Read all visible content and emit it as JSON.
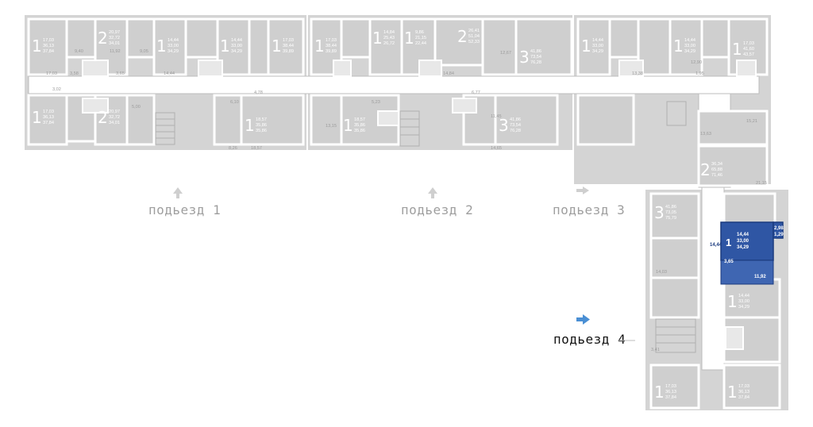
{
  "entrances": [
    {
      "label": "подьезд 1",
      "active": false
    },
    {
      "label": "подьезд 2",
      "active": false
    },
    {
      "label": "подьезд 3",
      "active": false
    },
    {
      "label": "подьезд 4",
      "active": true
    }
  ],
  "colors": {
    "wall": "#d4d4d4",
    "selected": "#2f56a4",
    "active_arrow": "#4a8fd4",
    "inactive_arrow": "#cfcfcf"
  },
  "apartments": [
    {
      "rooms": "1",
      "areas": [
        "17,03",
        "36,13",
        "37,84"
      ]
    },
    {
      "rooms": "2",
      "areas": [
        "20,97",
        "32,72",
        "34,01"
      ]
    },
    {
      "rooms": "1",
      "areas": [
        "14,44",
        "33,00",
        "34,29"
      ]
    },
    {
      "rooms": "1",
      "areas": [
        "14,44",
        "33,00",
        "34,29"
      ]
    },
    {
      "rooms": "1",
      "areas": [
        "17,03",
        "38,44",
        "39,89"
      ]
    },
    {
      "rooms": "1",
      "areas": [
        "17,03",
        "38,44",
        "39,89"
      ]
    },
    {
      "rooms": "1",
      "areas": [
        "14,84",
        "25,43",
        "26,72"
      ]
    },
    {
      "rooms": "1",
      "areas": [
        "9,86",
        "21,15",
        "22,44"
      ]
    },
    {
      "rooms": "2",
      "areas": [
        "26,41",
        "51,04",
        "52,33"
      ]
    },
    {
      "rooms": "3",
      "areas": [
        "41,86",
        "73,54",
        "76,28"
      ]
    },
    {
      "rooms": "1",
      "areas": [
        "14,44",
        "33,00",
        "34,29"
      ]
    },
    {
      "rooms": "1",
      "areas": [
        "14,44",
        "33,00",
        "34,29"
      ]
    },
    {
      "rooms": "1",
      "areas": [
        "17,03",
        "41,60",
        "43,57"
      ]
    },
    {
      "rooms": "1",
      "areas": [
        "17,03",
        "36,13",
        "37,84"
      ]
    },
    {
      "rooms": "2",
      "areas": [
        "20,97",
        "32,72",
        "34,01"
      ]
    },
    {
      "rooms": "1",
      "areas": [
        "18,57",
        "35,86",
        "35,86"
      ]
    },
    {
      "rooms": "1",
      "areas": [
        "18,57",
        "35,86",
        "35,86"
      ]
    },
    {
      "rooms": "3",
      "areas": [
        "41,86",
        "73,54",
        "76,28"
      ]
    },
    {
      "rooms": "2",
      "areas": [
        "36,34",
        "65,88",
        "71,46"
      ]
    },
    {
      "rooms": "3",
      "areas": [
        "41,86",
        "73,05",
        "75,79"
      ]
    },
    {
      "rooms": "1",
      "areas": [
        "14,44",
        "33,00",
        "34,29"
      ]
    },
    {
      "rooms": "1",
      "areas": [
        "17,03",
        "36,13",
        "37,84"
      ]
    },
    {
      "rooms": "1",
      "areas": [
        "17,03",
        "36,13",
        "37,84"
      ]
    }
  ],
  "selected_apartment": {
    "rooms": "1",
    "areas": [
      "14,44",
      "33,00",
      "34,29"
    ],
    "room_labels": [
      "14,44",
      "3,65",
      "11,92",
      "2,98",
      "1,29"
    ]
  },
  "room_areas": [
    "9,40",
    "11,92",
    "9,05",
    "5,00",
    "14,44",
    "3,65",
    "17,03",
    "3,58",
    "3,02",
    "6,10",
    "8,26",
    "18,57",
    "13,15",
    "4,78",
    "13,38",
    "12,67",
    "14,84",
    "11,45",
    "14,65",
    "15,21",
    "13,63",
    "21,15",
    "12,90",
    "1,95",
    "5,23",
    "6,77",
    "14,03",
    "3,41"
  ]
}
